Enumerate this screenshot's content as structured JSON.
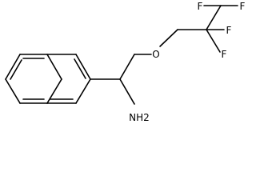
{
  "molecule": {
    "atom_labels": {
      "f1": "F",
      "f2": "F",
      "f3": "F",
      "f4": "F",
      "oxygen": "O",
      "amine": "NH2"
    }
  }
}
